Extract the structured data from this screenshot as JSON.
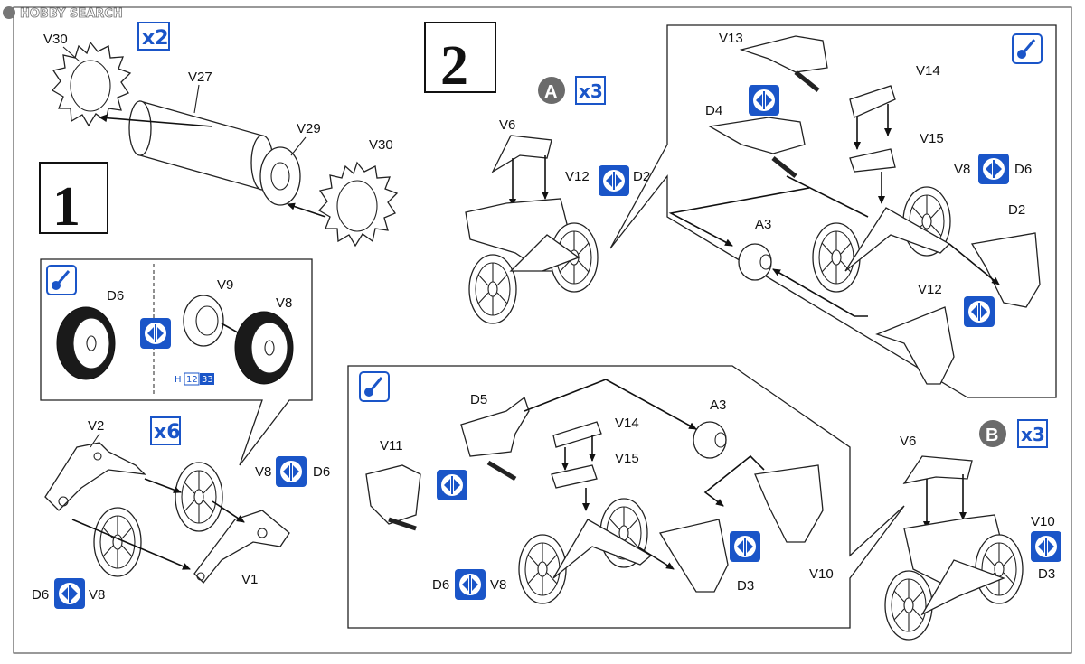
{
  "watermark": "HOBBY SEARCH",
  "steps": {
    "step1": {
      "number": "1",
      "multiplier_top": "x2",
      "multiplier_wheels": "x6",
      "paint_code": {
        "prefix": "H",
        "a": "12",
        "b": "33"
      },
      "labels": {
        "v30_top": "V30",
        "v27": "V27",
        "v29": "V29",
        "v30_bottom": "V30",
        "d6_inset": "D6",
        "v9_inset": "V9",
        "v8_inset": "V8",
        "v2": "V2",
        "v8_right": "V8",
        "d6_right": "D6",
        "d6_bottom": "D6",
        "v8_bottom": "V8",
        "v1": "V1"
      }
    },
    "step2": {
      "number": "2",
      "variant_a": {
        "letter": "A",
        "multiplier": "x3",
        "labels": {
          "v6": "V6",
          "v12": "V12",
          "d2": "D2"
        }
      },
      "variant_b": {
        "letter": "B",
        "multiplier": "x3",
        "labels": {
          "v6": "V6",
          "v10": "V10",
          "d3": "D3"
        }
      },
      "detail_a": {
        "labels": {
          "v13": "V13",
          "v14": "V14",
          "d4": "D4",
          "v15": "V15",
          "v8": "V8",
          "d6": "D6",
          "a3": "A3",
          "d2": "D2",
          "v12": "V12"
        }
      },
      "detail_b": {
        "labels": {
          "d5": "D5",
          "v14": "V14",
          "a3": "A3",
          "v11": "V11",
          "v15": "V15",
          "d6": "D6",
          "v8": "V8",
          "d3": "D3",
          "v10": "V10"
        }
      }
    }
  },
  "colors": {
    "accent": "#1a55c8",
    "badge_gray": "#6b6b6b",
    "ink": "#111111"
  },
  "icons": [
    "paint-brush-icon",
    "symmetry-arrows-icon"
  ]
}
